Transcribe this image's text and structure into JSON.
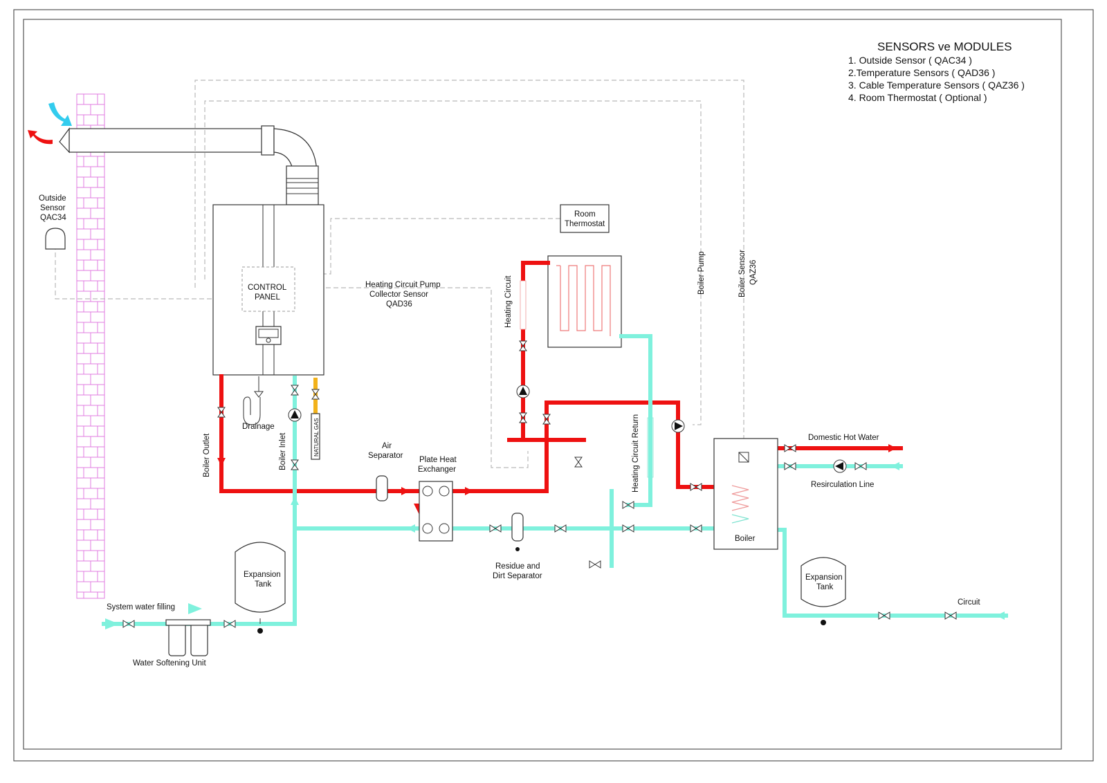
{
  "legend": {
    "title": "SENSORS ve MODULES",
    "items": [
      "1. Outside Sensor ( QAC34 )",
      "2.Temperature Sensors ( QAD36 )",
      "3. Cable Temperature Sensors ( QAZ36 )",
      "4. Room Thermostat ( Optional )"
    ]
  },
  "labels": {
    "outside_sensor": [
      "Outside",
      "Sensor",
      "QAC34"
    ],
    "control_panel": [
      "CONTROL",
      "PANEL"
    ],
    "room_thermostat": [
      "Room",
      "Thermostat"
    ],
    "collector_sensor": [
      "Heating Circuit Pump",
      "Collector Sensor",
      "QAD36"
    ],
    "heating_circuit": "Heating Circuit",
    "boiler_pump": "Boiler Pump",
    "boiler_sensor": [
      "Boiler Sensor",
      "QAZ36"
    ],
    "drainage": "Drainage",
    "boiler_outlet": "Boiler Outlet",
    "boiler_inlet": "Boiler Inlet",
    "natural_gas": "NATURAL GAS",
    "air_separator": [
      "Air",
      "Separator"
    ],
    "plate_heat_exchanger": [
      "Plate Heat",
      "Exchanger"
    ],
    "heating_circuit_return": "Heating Circuit Return",
    "domestic_hot_water": "Domestic Hot Water",
    "resirculation_line": "Resirculation Line",
    "boiler": "Boiler",
    "residue_dirt_separator": [
      "Residue and",
      "Dirt Separator"
    ],
    "expansion_tank_left": [
      "Expansion",
      "Tank"
    ],
    "expansion_tank_right": [
      "Expansion",
      "Tank"
    ],
    "system_water_filling": "System water filling",
    "water_softening_unit": "Water Softening Unit",
    "circuit": "Circuit"
  },
  "colors": {
    "hot_line": "#ee1111",
    "cold_line": "#7ff1dd",
    "gas_line": "#f2b21b",
    "wall": "#e07be0",
    "air_in_arrow": "#33ccee",
    "exhaust_arrow": "#ee1111"
  }
}
